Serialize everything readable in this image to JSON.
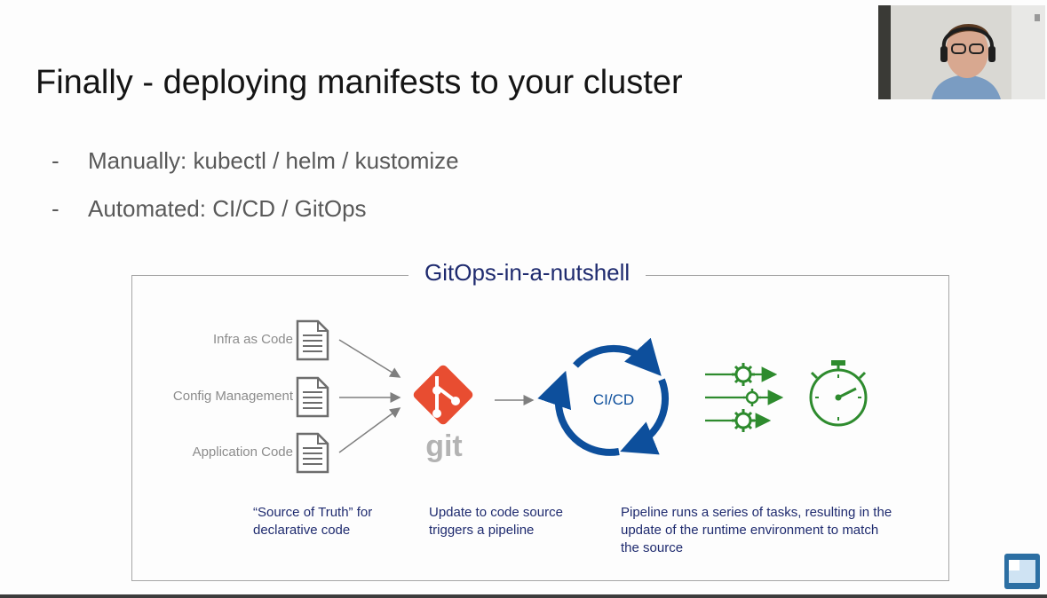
{
  "slide": {
    "title": "Finally - deploying manifests to your cluster",
    "bullets": [
      {
        "dash": "-",
        "text": "Manually: kubectl / helm / kustomize"
      },
      {
        "dash": "-",
        "text": "Automated: CI/CD / GitOps"
      }
    ]
  },
  "diagram": {
    "title": "GitOps-in-a-nutshell",
    "sources": [
      "Infra as Code",
      "Config Management",
      "Application Code"
    ],
    "git_label": "git",
    "cicd_label": "CI/CD",
    "captions": [
      [
        "“Source of Truth” for",
        "declarative code"
      ],
      [
        "Update to code source",
        "triggers a pipeline"
      ],
      [
        "Pipeline runs a series of tasks, resulting in the",
        "update of the runtime environment to match",
        "the source"
      ]
    ],
    "colors": {
      "title_text": "#141414",
      "bullet_text": "#595959",
      "diagram_title": "#1f2b6f",
      "caption_text": "#1f2b6f",
      "source_label": "#8c8c8c",
      "git_red": "#e84d31",
      "cicd_blue": "#0d4f9c",
      "pipeline_green": "#2e8b2e",
      "border": "#a6a6a6"
    },
    "icons": [
      "document-icon",
      "git-logo-icon",
      "cycle-arrows-icon",
      "gear-icon",
      "stopwatch-icon"
    ]
  },
  "overlay": {
    "webcam": "presenter-webcam",
    "corner_logo": "app-logo-icon"
  }
}
